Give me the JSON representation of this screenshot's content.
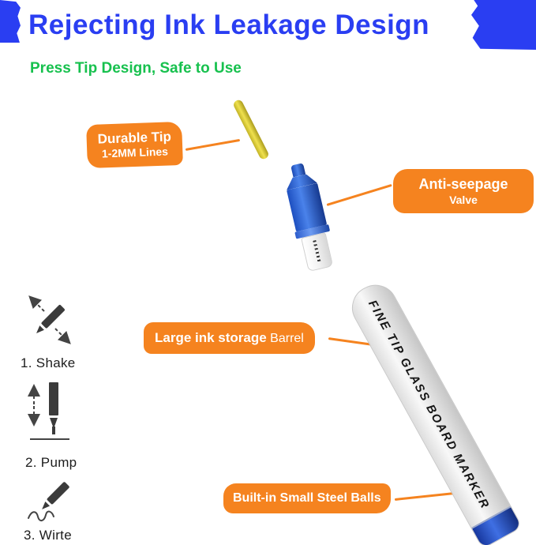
{
  "header": {
    "title": "Rejecting Ink Leakage Design",
    "subtitle": "Press Tip Design, Safe to Use"
  },
  "callouts": {
    "durable_tip": {
      "title": "Durable Tip",
      "subtitle": "1-2MM Lines"
    },
    "anti_seepage": {
      "title": "Anti-seepage",
      "subtitle": "Valve"
    },
    "ink_storage": {
      "title": "Large ink storage",
      "suffix": "Barrel"
    },
    "steel_balls": {
      "title": "Built-in Small Steel Balls"
    }
  },
  "marker": {
    "barrel_text": "FINE TIP GLASS BOARD MARKER"
  },
  "steps": [
    {
      "label": "1. Shake"
    },
    {
      "label": "2. Pump"
    },
    {
      "label": "3. Wirte"
    }
  ],
  "colors": {
    "brand_blue": "#2a3ef2",
    "green": "#17c14e",
    "orange": "#f5831f",
    "marker_blue": "#2457d0",
    "tip_yellow": "#e8d83f"
  }
}
